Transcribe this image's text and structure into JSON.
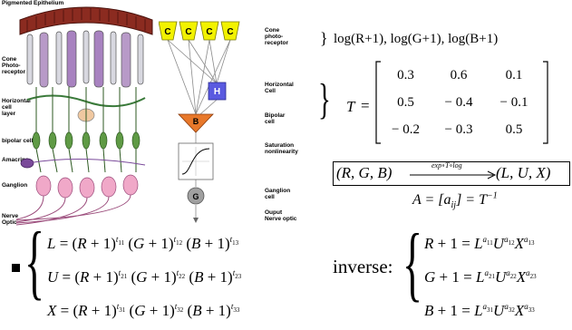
{
  "retina": {
    "title": "Pigmented Epithelium",
    "labels": {
      "cone_photoreceptor": "Cone\nPhoto-\nreceptor",
      "horizontal_cell_layer": "Horizontal\ncell\nlayer",
      "bipolar_cell": "bipolar cell",
      "amacrine": "Amacrine",
      "ganglion": "Ganglion",
      "nerve_optic": "Nerve\nOptic"
    }
  },
  "flow": {
    "cone_letter": "C",
    "horizontal_letter": "H",
    "bipolar_letter": "B",
    "ganglion_letter": "G",
    "labels": {
      "cone": "Cone\nphoto-\nreceptor",
      "horizontal": "Horizontal\nCell",
      "bipolar": "Bipolar\ncell",
      "saturation": "Saturation\nnonlinearity",
      "ganglion": "Ganglion\ncell",
      "output": "Ouput\nNerve optic"
    },
    "colors": {
      "cone": "#f2f200",
      "horizontal": "#5a5ae0",
      "bipolar": "#e8782a",
      "ganglion": "#a0a0a0"
    }
  },
  "math": {
    "log_line": "log(R+1), log(G+1), log(B+1)",
    "T_symbol": "T",
    "T_matrix": [
      [
        "0.3",
        "0.6",
        "0.1"
      ],
      [
        "0.5",
        "− 0.4",
        "− 0.1"
      ],
      [
        "− 0.2",
        "− 0.3",
        "0.5"
      ]
    ],
    "transform_left": "(R, G, B)",
    "transform_arrow_label": "exp∘T∘log",
    "transform_right": "(L, U, X)",
    "inverse_def": "A = [a",
    "inverse_def_sub": "ij",
    "inverse_def_rhs": "] = T",
    "inverse_def_exp": "−1",
    "inverse_word": "inverse:"
  }
}
